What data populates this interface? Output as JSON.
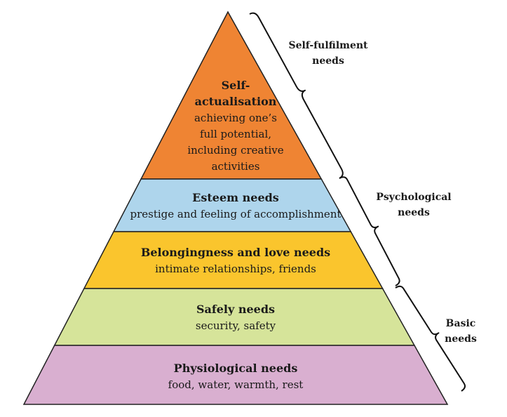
{
  "tiers": [
    {
      "title_lines": [
        "Self-",
        "actualisation"
      ],
      "desc_lines": [
        "achieving one’s",
        "full potential,",
        "including creative",
        "activities"
      ],
      "color": "#ef8433"
    },
    {
      "title_lines": [
        "Esteem needs"
      ],
      "desc_lines": [
        "prestige and feeling of accomplishment"
      ],
      "color": "#aed5ec"
    },
    {
      "title_lines": [
        "Belongingness and love needs"
      ],
      "desc_lines": [
        "intimate relationships, friends"
      ],
      "color": "#fac52d"
    },
    {
      "title_lines": [
        "Safely needs"
      ],
      "desc_lines": [
        "security, safety"
      ],
      "color": "#d6e49a"
    },
    {
      "title_lines": [
        "Physiological needs"
      ],
      "desc_lines": [
        "food, water, warmth, rest"
      ],
      "color": "#d9afd0"
    }
  ],
  "groups": [
    {
      "label_lines": [
        "Self-fulfilment",
        "needs"
      ]
    },
    {
      "label_lines": [
        "Psychological",
        "needs"
      ]
    },
    {
      "label_lines": [
        "Basic",
        "needs"
      ]
    }
  ]
}
